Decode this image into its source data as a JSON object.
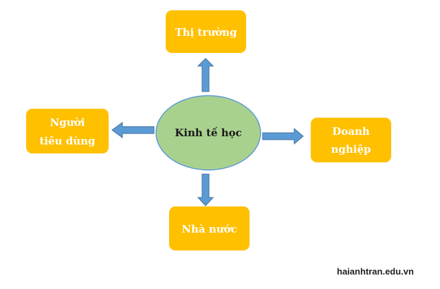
{
  "center": {
    "label": "Kinh tế học"
  },
  "nodes": {
    "top": {
      "label": "Thị trường"
    },
    "left": {
      "line1": "Người",
      "line2": "tiêu dùng"
    },
    "right": {
      "line1": "Doanh",
      "line2": "nghiệp"
    },
    "bottom": {
      "label": "Nhà nước"
    }
  },
  "watermark": "haianhtran.edu.vn",
  "colors": {
    "box_fill": "#FFC000",
    "box_text": "#FFFFFF",
    "ellipse_fill": "#A9D18E",
    "ellipse_stroke": "#5B9BD5",
    "arrow_fill": "#5B9BD5",
    "arrow_stroke": "#41719C"
  }
}
